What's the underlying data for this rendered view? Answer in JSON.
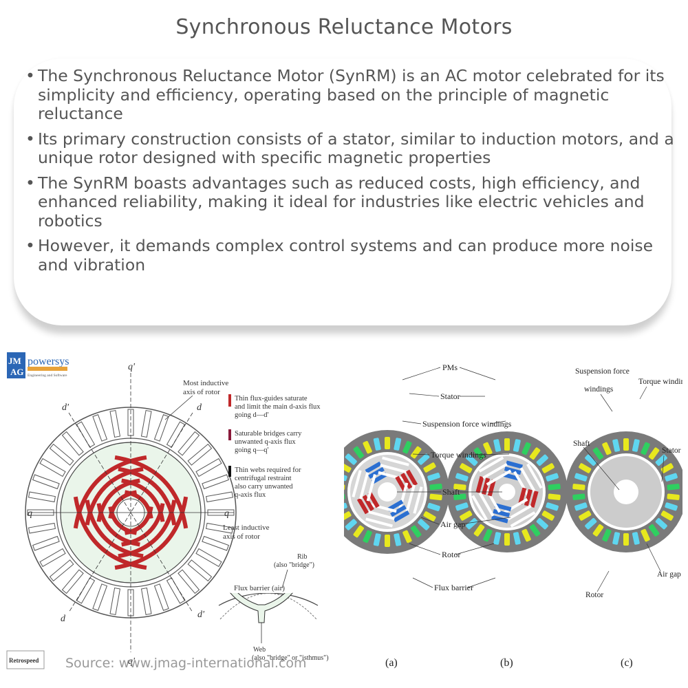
{
  "title": "Synchronous Reluctance Motors",
  "bullets": [
    "The Synchronous Reluctance Motor (SynRM) is an AC motor celebrated for its simplicity and efficiency, operating based on the principle of magnetic reluctance",
    "Its primary construction consists of a stator, similar to induction motors, and a unique rotor designed with specific magnetic properties",
    "The SynRM boasts advantages such as reduced costs, high efficiency, and enhanced reliability, making it ideal for industries like electric vehicles and robotics",
    "However, it demands complex control systems and can produce more noise and vibration"
  ],
  "left_figure": {
    "logo_jm": "JM",
    "logo_ag": "AG",
    "logo_brand": "powersys",
    "logo_sub": "Engineering and Software",
    "axis_q_top": "q'",
    "axis_q_bottom": "q'",
    "axis_q_left": "q",
    "axis_q_right": "q",
    "axis_d_ul": "d'",
    "axis_d_ur": "d",
    "axis_d_ll": "d",
    "axis_d_lr": "d'",
    "most_inductive_1": "Most inductive",
    "most_inductive_2": "axis of rotor",
    "least_inductive_1": "Least inductive",
    "least_inductive_2": "axis of rotor",
    "legend1": [
      "Thin flux-guides saturate",
      "and limit the main d-axis flux",
      "going d—d'"
    ],
    "legend2": [
      "Saturable bridges carry",
      "unwanted q-axis flux",
      "going q—q'"
    ],
    "legend3": [
      "Thin webs required for",
      "centrifugal restraint",
      "also carry unwanted",
      "q-axis flux"
    ],
    "rib_1": "Rib",
    "rib_2": "(also \"bridge\")",
    "flux_barrier": "Flux barrier (air)",
    "web_1": "Web",
    "web_2": "(also \"bridge\" or \"isthmus\")",
    "retrospeed": "Retrospeed",
    "source": "Source: www.jmag-international.com"
  },
  "right_figure": {
    "pms": "PMs",
    "stator": "Stator",
    "suspension": "Suspension force windings",
    "torque": "Torque windings",
    "shaft": "Shaft",
    "air_gap": "Air gap",
    "rotor": "Rotor",
    "flux_barrier": "Flux barrier",
    "c_suspension_1": "Suspension force",
    "c_suspension_2": "windings",
    "c_torque": "Torque windings",
    "c_shaft": "Shaft",
    "c_stator": "Stator",
    "c_air_gap": "Air gap",
    "c_rotor": "Rotor",
    "label_a": "(a)",
    "label_b": "(b)",
    "label_c": "(c)"
  },
  "colors": {
    "red": "#c0282a",
    "blue": "#2b6fd1",
    "yellow": "#e7e81e",
    "cyan": "#5fd6f0",
    "green": "#2fcf60",
    "stator_gray": "#7a7a7a"
  }
}
